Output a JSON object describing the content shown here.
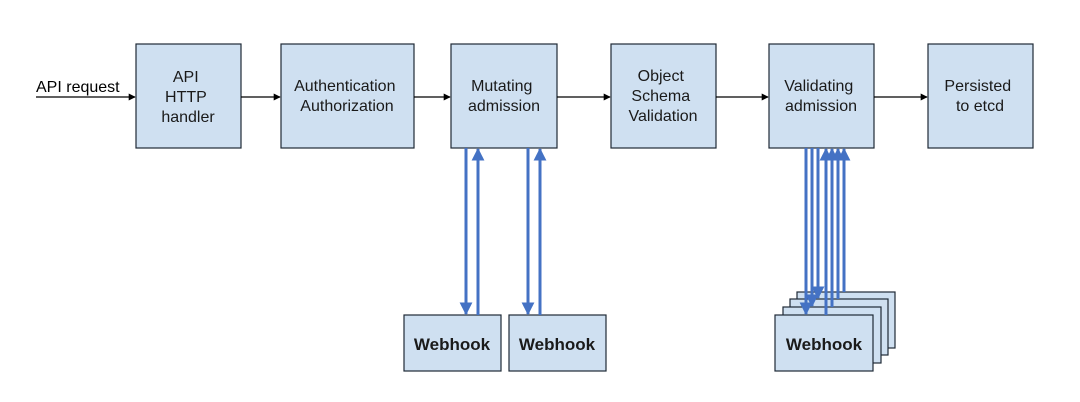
{
  "request_label": "API request",
  "stages": [
    {
      "id": "api-http-handler",
      "lines": [
        "API",
        "HTTP",
        "handler"
      ]
    },
    {
      "id": "authentication-authorization",
      "lines": [
        "Authentication",
        "Authorization"
      ]
    },
    {
      "id": "mutating-admission",
      "lines": [
        "Mutating",
        "admission"
      ]
    },
    {
      "id": "object-schema-validation",
      "lines": [
        "Object",
        "Schema",
        "Validation"
      ]
    },
    {
      "id": "validating-admission",
      "lines": [
        "Validating",
        "admission"
      ]
    },
    {
      "id": "persisted-to-etcd",
      "lines": [
        "Persisted",
        "to etcd"
      ]
    }
  ],
  "webhooks": [
    {
      "id": "mutating-webhook-1",
      "label": "Webhook"
    },
    {
      "id": "mutating-webhook-2",
      "label": "Webhook"
    },
    {
      "id": "validating-webhooks",
      "label": "Webhook"
    }
  ],
  "colors": {
    "box_fill": "#cfe0f1",
    "box_border": "#1f2a36",
    "webhook_arrow": "#4472c4",
    "flow_arrow": "#000000"
  }
}
